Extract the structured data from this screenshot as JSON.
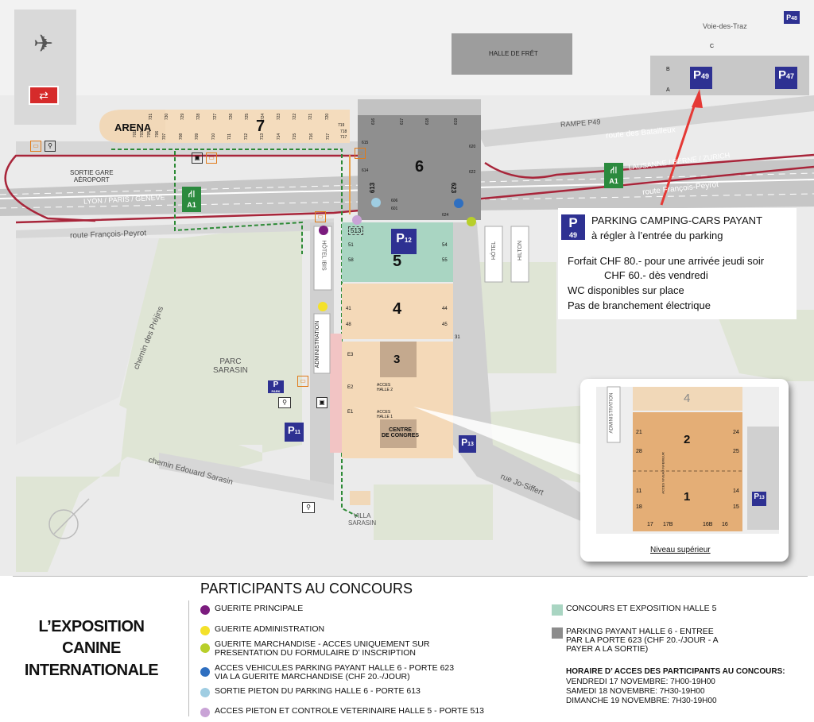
{
  "map": {
    "labels": {
      "halle_fret": "HALLE DE FRÊT",
      "voie_des_traz": "Voie-des-Traz",
      "rampe_p49": "RAMPE P49",
      "route_batailleux": "route des Batailleux",
      "lausanne_berne_zurich": "LAUSANNE / BERNE / ZURICH",
      "route_francois_peyrot_right": "route François-Peyrot",
      "route_francois_peyrot_left": "route François-Peyrot",
      "lyon_paris_geneve": "LYON / PARIS / GENÈVE",
      "sortie_gare_aeroport_1": "SORTIE GARE",
      "sortie_gare_aeroport_2": "AÉROPORT",
      "arena": "ARENA",
      "hotel_ibis": "HÔTEL IBIS",
      "hotel": "HÔTEL",
      "hilton": "HILTON",
      "administration": "ADMINISTRATION",
      "parc_sarasin_1": "PARC",
      "parc_sarasin_2": "SARASIN",
      "chemin_prejins": "chemin des Préjins",
      "chemin_edouard_sarasin": "chemin Edouard Sarasin",
      "rue_jo_siffert": "rue Jo-Siffert",
      "villa_sarasin_1": "VILLA",
      "villa_sarasin_2": "SARASIN",
      "centre_congres_1": "CENTRE",
      "centre_congres_2": "DE CONGRES",
      "acces_halle2": "ACCES HALLE 2",
      "acces_halle1": "ACCES HALLE 1",
      "park_badge": "PARK",
      "highway": "A1"
    },
    "halls": {
      "h7": "7",
      "h6": "6",
      "h5": "5",
      "h4": "4",
      "h3": "3"
    },
    "doors": {
      "arena_top": [
        "731",
        "730",
        "729",
        "728",
        "727",
        "726",
        "725",
        "724",
        "723",
        "722",
        "721",
        "720"
      ],
      "arena_bottom": [
        "707",
        "708",
        "709",
        "710",
        "711",
        "712",
        "713",
        "714",
        "715",
        "716",
        "717"
      ],
      "arena_side": [
        "719",
        "718",
        "717"
      ],
      "arena_left": [
        "701",
        "703",
        "705",
        "706"
      ],
      "h6_top": [
        "616",
        "617",
        "618",
        "619"
      ],
      "h6_left": [
        "615",
        "614",
        "613"
      ],
      "h6_right": [
        "620",
        "622",
        "623",
        "624"
      ],
      "h6_bottom": [
        "606",
        "601"
      ],
      "d513": "513",
      "h5": [
        "51",
        "58",
        "54",
        "55"
      ],
      "h4": [
        "41",
        "48",
        "44",
        "45"
      ],
      "misc": [
        "31",
        "E3",
        "E2",
        "E1",
        "B",
        "A",
        "C"
      ]
    },
    "parkings": {
      "p48": "48",
      "p49": "49",
      "p47": "47",
      "p12": "12",
      "p11": "11",
      "p13": "13"
    }
  },
  "info_box": {
    "badge": "49",
    "title": "PARKING CAMPING-CARS PAYANT",
    "subtitle": "à régler à l’entrée du parking",
    "line1": "Forfait CHF 80.- pour une arrivée jeudi soir",
    "line2": "CHF 60.- dès vendredi",
    "line3": "WC disponibles sur place",
    "line4": "Pas de branchement électrique"
  },
  "inset": {
    "caption": "Niveau supérieur",
    "hall_top": "4",
    "hall_2": "2",
    "hall_1": "1",
    "admin": "ADMINISTRATION",
    "acces": "ACCES NIVEAU INFERIEUR",
    "doors_left": [
      "21",
      "28",
      "11",
      "18"
    ],
    "doors_right": [
      "24",
      "25",
      "14",
      "15"
    ],
    "doors_bottom": [
      "17",
      "17B",
      "16B",
      "16"
    ],
    "p13": "13"
  },
  "legend": {
    "expo_title": [
      "L’EXPOSITION",
      "CANINE",
      "INTERNATIONALE"
    ],
    "title": "PARTICIPANTS AU CONCOURS",
    "items": [
      {
        "color": "#7b1c7e",
        "text": [
          "GUERITE PRINCIPALE"
        ]
      },
      {
        "color": "#f4e12a",
        "text": [
          "GUERITE ADMINISTRATION"
        ]
      },
      {
        "color": "#b8cf2a",
        "text": [
          "GUERITE MARCHANDISE - ACCES UNIQUEMENT SUR",
          "PRESENTATION DU FORMULAIRE D’ INSCRIPTION"
        ]
      },
      {
        "color": "#2f6fc0",
        "text": [
          "ACCES VEHICULES PARKING PAYANT HALLE 6 - PORTE 623",
          "VIA LA GUERITE MARCHANDISE (CHF 20.-/JOUR)"
        ]
      },
      {
        "color": "#9fcde2",
        "text": [
          "SORTIE PIETON DU PARKING HALLE 6 - PORTE 613"
        ]
      },
      {
        "color": "#c9a3d6",
        "text": [
          "ACCES PIETON ET CONTROLE VETERINAIRE HALLE 5 -  PORTE 513"
        ]
      }
    ],
    "right_items": [
      {
        "color": "#a9d5c2",
        "text": [
          "CONCOURS ET EXPOSITION HALLE 5"
        ]
      },
      {
        "color": "#8c8c8c",
        "text": [
          "PARKING PAYANT HALLE 6 - ENTREE",
          "PAR LA PORTE 623 (CHF 20.-/JOUR - A",
          "PAYER A LA SORTIE)"
        ]
      }
    ],
    "schedule_title": "HORAIRE D’ ACCES DES PARTICIPANTS AU CONCOURS:",
    "schedule": [
      "VENDREDI 17 NOVEMBRE: 7H00-19H00",
      "SAMEDI 18 NOVEMBRE: 7H30-19H00",
      "DIMANCHE 19 NOVEMBRE: 7H30-19H00"
    ]
  }
}
